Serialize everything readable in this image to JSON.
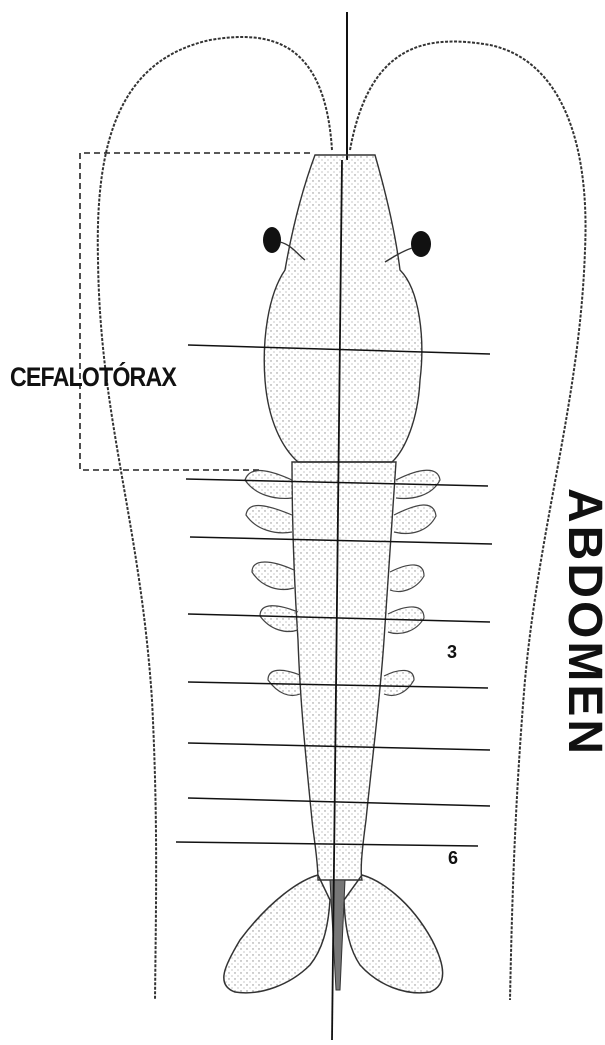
{
  "labels": {
    "cephalothorax": "CEFALOTÓRAX",
    "abdomen": "ABDOMEN",
    "segment_3": "3",
    "segment_6": "6"
  },
  "colors": {
    "ink": "#111111",
    "stipple": "#9a9a9a",
    "background": "#ffffff"
  }
}
